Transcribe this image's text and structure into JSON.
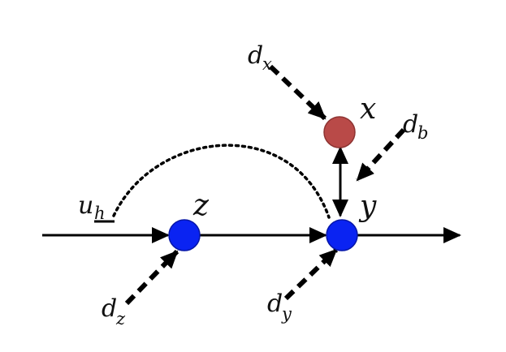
{
  "diagram": {
    "nodes": {
      "x": {
        "label": "x",
        "color": "#b94a48",
        "stroke": "#8e3432"
      },
      "y": {
        "label": "y",
        "color": "#0a23f2",
        "stroke": "#0616a8"
      },
      "z": {
        "label": "z",
        "color": "#0a23f2",
        "stroke": "#0616a8"
      }
    },
    "disturbances": {
      "dx": {
        "base": "d",
        "sub": "x"
      },
      "db": {
        "base": "d",
        "sub": "b"
      },
      "dz": {
        "base": "d",
        "sub": "z"
      },
      "dy": {
        "base": "d",
        "sub": "y"
      }
    },
    "hidden_input": {
      "base": "u",
      "sub": "h"
    },
    "colors": {
      "edge": "#000000"
    }
  }
}
